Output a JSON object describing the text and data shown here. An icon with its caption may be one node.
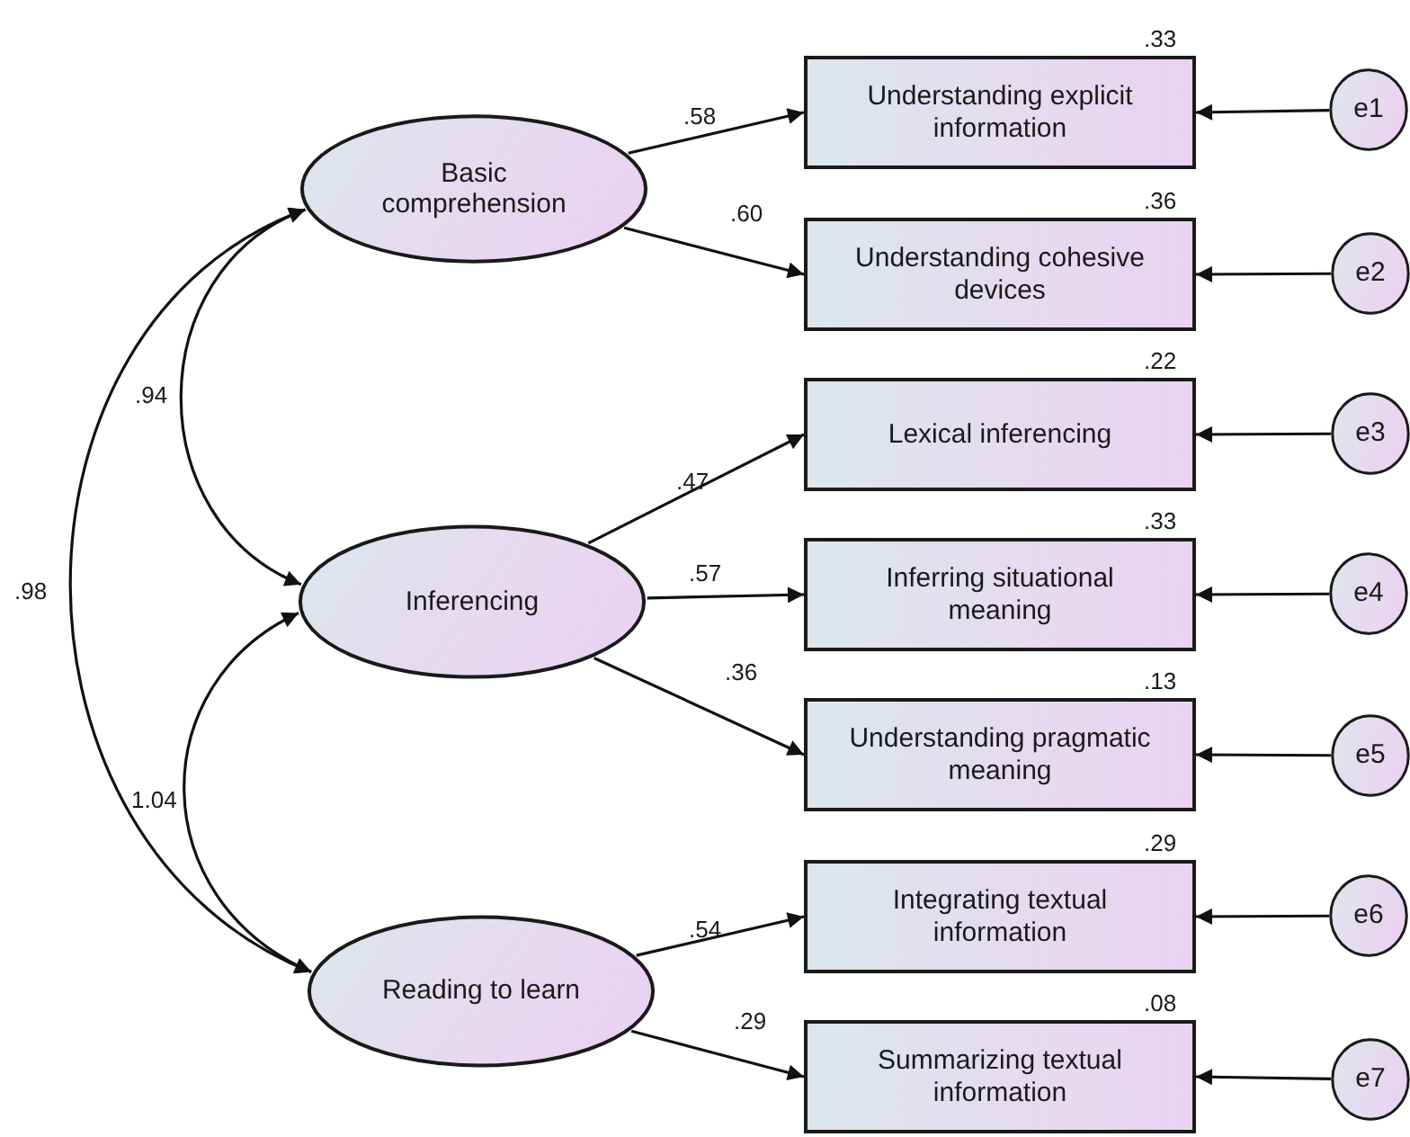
{
  "diagram": {
    "nodes": [
      {
        "text": [
          "Basic comprehension"
        ]
      },
      {
        "text": [
          "Inferencing"
        ]
      },
      {
        "text": [
          "Reading to learn"
        ]
      },
      {
        "text": [
          "Understanding explicit information"
        ],
        "beside": [
          ".33"
        ]
      },
      {
        "text": [
          "Understanding cohesive devices"
        ],
        "beside": [
          ".36"
        ]
      },
      {
        "text": [
          "Lexical inferencing"
        ],
        "beside": [
          ".22"
        ]
      },
      {
        "text": [
          "Inferring situational meaning"
        ],
        "beside": [
          ".33"
        ]
      },
      {
        "text": [
          "Understanding pragmatic meaning"
        ],
        "beside": [
          ".13"
        ]
      },
      {
        "text": [
          "Integrating textual information"
        ],
        "beside": [
          ".29"
        ]
      },
      {
        "text": [
          "Summarizing textual information"
        ],
        "beside": [
          ".08"
        ]
      },
      {
        "text": [
          "e1"
        ]
      },
      {
        "text": [
          "e2"
        ]
      },
      {
        "text": [
          "e3"
        ]
      },
      {
        "text": [
          "e4"
        ]
      },
      {
        "text": [
          "e5"
        ]
      },
      {
        "text": [
          "e6"
        ]
      },
      {
        "text": [
          "e7"
        ]
      }
    ],
    "edges": [
      {
        "from": 0,
        "to": 3,
        "arrow": "to",
        "label": ".58"
      },
      {
        "from": 0,
        "to": 4,
        "arrow": "to",
        "label": ".60"
      },
      {
        "from": 1,
        "to": 5,
        "arrow": "to",
        "label": ".47"
      },
      {
        "from": 1,
        "to": 6,
        "arrow": "to",
        "label": ".57"
      },
      {
        "from": 1,
        "to": 7,
        "arrow": "to",
        "label": ".36"
      },
      {
        "from": 2,
        "to": 8,
        "arrow": "to",
        "label": ".54"
      },
      {
        "from": 2,
        "to": 9,
        "arrow": "to",
        "label": ".29"
      },
      {
        "from": 0,
        "to": 1,
        "arrow": "both",
        "label": ".94"
      },
      {
        "from": 0,
        "to": 2,
        "arrow": "both",
        "label": ".98"
      },
      {
        "from": 1,
        "to": 2,
        "arrow": "both",
        "label": "1.04"
      },
      {
        "from": 10,
        "to": 3,
        "arrow": "to"
      },
      {
        "from": 11,
        "to": 4,
        "arrow": "to"
      },
      {
        "from": 12,
        "to": 5,
        "arrow": "to"
      },
      {
        "from": 13,
        "to": 6,
        "arrow": "to"
      },
      {
        "from": 14,
        "to": 7,
        "arrow": "to"
      },
      {
        "from": 15,
        "to": 8,
        "arrow": "to"
      },
      {
        "from": 16,
        "to": 9,
        "arrow": "to"
      }
    ]
  }
}
